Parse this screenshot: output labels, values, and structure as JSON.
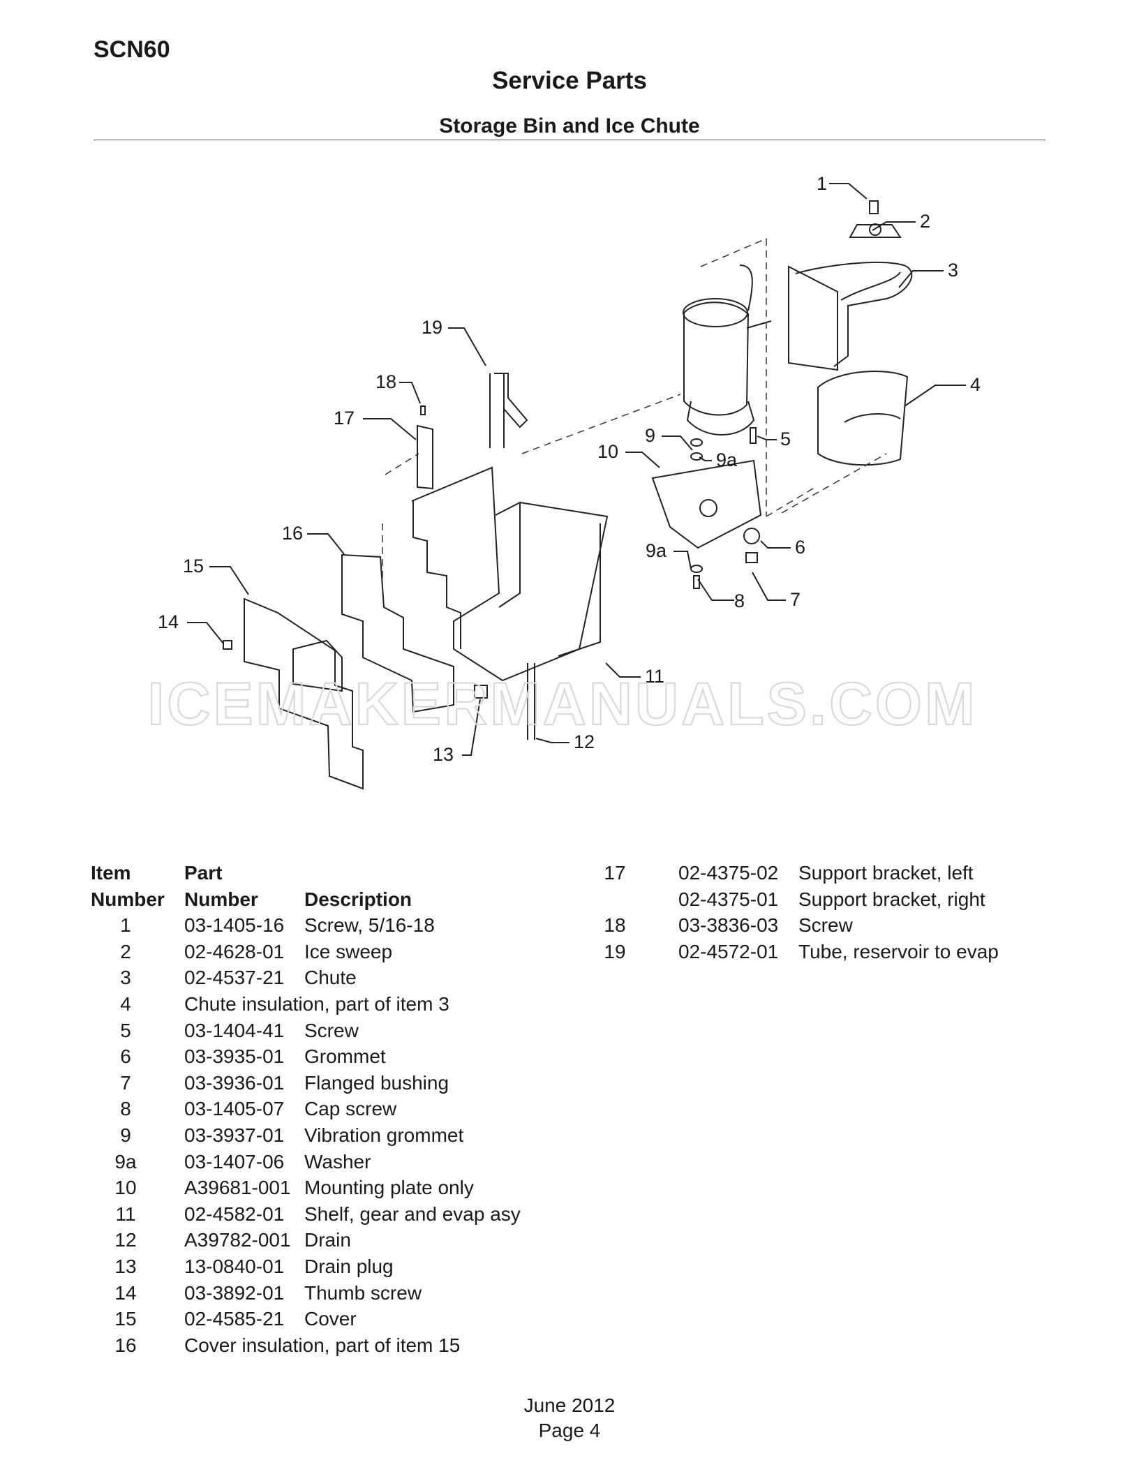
{
  "header": {
    "model": "SCN60",
    "title": "Service Parts",
    "subtitle": "Storage Bin and Ice Chute"
  },
  "diagram": {
    "callouts": [
      "1",
      "2",
      "3",
      "4",
      "5",
      "6",
      "7",
      "8",
      "9",
      "9a",
      "9a",
      "10",
      "11",
      "12",
      "13",
      "14",
      "15",
      "16",
      "17",
      "18",
      "19"
    ],
    "watermark": "ICEMAKERMANUALS.COM"
  },
  "table": {
    "headers": {
      "item_line1": "Item",
      "item_line2": "Number",
      "part_line1": "Part",
      "part_line2": "Number",
      "description": "Description"
    },
    "rows": [
      {
        "item": "1",
        "part": "03-1405-16",
        "description": "Screw, 5/16-18"
      },
      {
        "item": "2",
        "part": "02-4628-01",
        "description": "Ice sweep"
      },
      {
        "item": "3",
        "part": "02-4537-21",
        "description": "Chute"
      },
      {
        "item": "4",
        "span": "Chute insulation, part of item 3"
      },
      {
        "item": "5",
        "part": "03-1404-41",
        "description": "Screw"
      },
      {
        "item": "6",
        "part": "03-3935-01",
        "description": "Grommet"
      },
      {
        "item": "7",
        "part": "03-3936-01",
        "description": "Flanged bushing"
      },
      {
        "item": "8",
        "part": "03-1405-07",
        "description": "Cap screw"
      },
      {
        "item": "9",
        "part": "03-3937-01",
        "description": "Vibration grommet"
      },
      {
        "item": "9a",
        "part": "03-1407-06",
        "description": "Washer"
      },
      {
        "item": "10",
        "part": "A39681-001",
        "description": "Mounting plate only"
      },
      {
        "item": "11",
        "part": "02-4582-01",
        "description": "Shelf, gear and evap asy"
      },
      {
        "item": "12",
        "part": "A39782-001",
        "description": "Drain"
      },
      {
        "item": "13",
        "part": "13-0840-01",
        "description": "Drain plug"
      },
      {
        "item": "14",
        "part": "03-3892-01",
        "description": "Thumb screw"
      },
      {
        "item": "15",
        "part": "02-4585-21",
        "description": "Cover"
      },
      {
        "item": "16",
        "span": "Cover insulation, part of item 15"
      }
    ],
    "rows_right": [
      {
        "item": "17",
        "part": "02-4375-02",
        "description": "Support bracket, left"
      },
      {
        "item": "",
        "part": "02-4375-01",
        "description": "Support bracket, right"
      },
      {
        "item": "18",
        "part": "03-3836-03",
        "description": "Screw"
      },
      {
        "item": "19",
        "part": "02-4572-01",
        "description": "Tube, reservoir to evap"
      }
    ]
  },
  "footer": {
    "date": "June 2012",
    "page": "Page 4"
  }
}
